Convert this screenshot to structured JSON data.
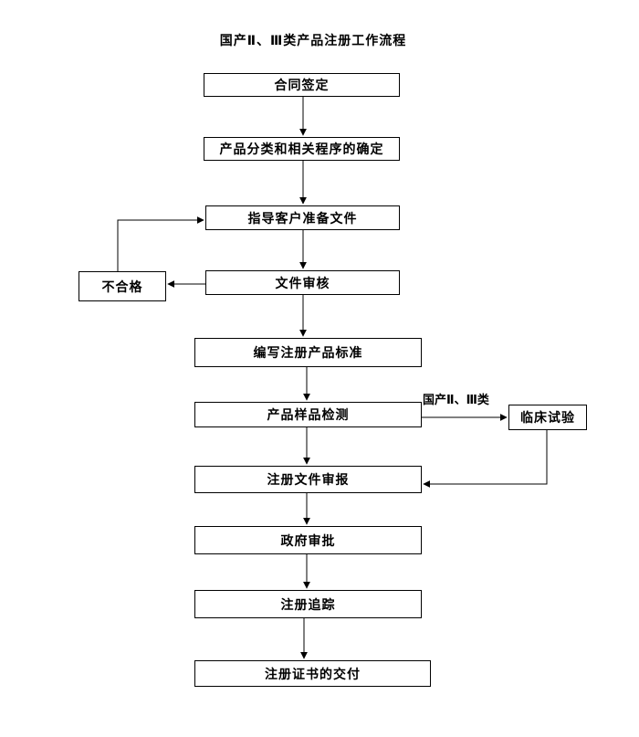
{
  "title": "国产Ⅱ、Ⅲ类产品注册工作流程",
  "nodes": {
    "contract": {
      "label": "合同签定"
    },
    "classification": {
      "label": "产品分类和相关程序的确定"
    },
    "guide": {
      "label": "指导客户准备文件"
    },
    "review": {
      "label": "文件审核"
    },
    "unqualified": {
      "label": "不合格"
    },
    "standard": {
      "label": "编写注册产品标准"
    },
    "sample_test": {
      "label": "产品样品检测"
    },
    "clinical": {
      "label": "临床试验"
    },
    "submission": {
      "label": "注册文件审报"
    },
    "approval": {
      "label": "政府审批"
    },
    "tracking": {
      "label": "注册追踪"
    },
    "certificate": {
      "label": "注册证书的交付"
    }
  },
  "edges": [
    {
      "from": "contract",
      "to": "classification"
    },
    {
      "from": "classification",
      "to": "guide"
    },
    {
      "from": "guide",
      "to": "review"
    },
    {
      "from": "review",
      "to": "unqualified"
    },
    {
      "from": "unqualified",
      "to": "guide"
    },
    {
      "from": "review",
      "to": "standard"
    },
    {
      "from": "standard",
      "to": "sample_test"
    },
    {
      "from": "sample_test",
      "to": "clinical",
      "label": "国产Ⅱ、Ⅲ类"
    },
    {
      "from": "clinical",
      "to": "submission"
    },
    {
      "from": "sample_test",
      "to": "submission"
    },
    {
      "from": "submission",
      "to": "approval"
    },
    {
      "from": "approval",
      "to": "tracking"
    },
    {
      "from": "tracking",
      "to": "certificate"
    }
  ],
  "colors": {
    "background": "#ffffff",
    "line": "#000000",
    "box_fill": "#ffffff",
    "box_border": "#000000",
    "text": "#000000"
  }
}
